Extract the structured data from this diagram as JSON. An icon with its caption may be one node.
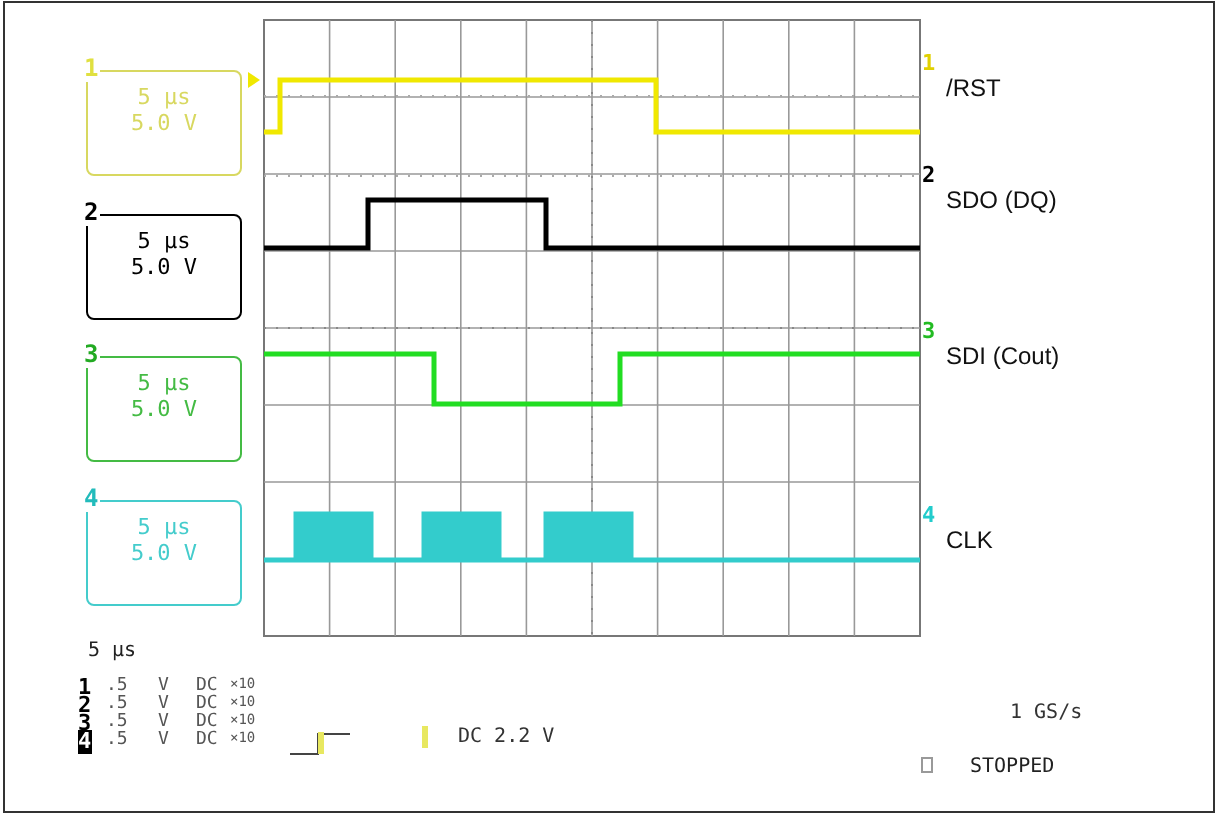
{
  "diagram": {
    "nodes": [
      {
        "text": [
          "1",
          "5 μs",
          "5.0 V"
        ]
      },
      {
        "text": [
          "2",
          "5 μs",
          "5.0 V"
        ]
      },
      {
        "text": [
          "3",
          "5 μs",
          "5.0 V"
        ]
      },
      {
        "text": [
          "4",
          "5 μs",
          "5.0 V"
        ]
      }
    ],
    "labels": [
      "1",
      "/RST",
      "2",
      "SDO (DQ)",
      "3",
      "SDI (Cout)",
      "4",
      "CLK",
      "5 μs",
      "1",
      ".5",
      "V",
      "DC",
      "×10",
      "2",
      ".5",
      "V",
      "DC",
      "×10",
      "3",
      ".5",
      "V",
      "DC",
      "×10",
      "4",
      ".5",
      "V",
      "DC",
      "×10",
      "DC 2.2 V",
      "1 GS/s",
      "STOPPED"
    ]
  }
}
